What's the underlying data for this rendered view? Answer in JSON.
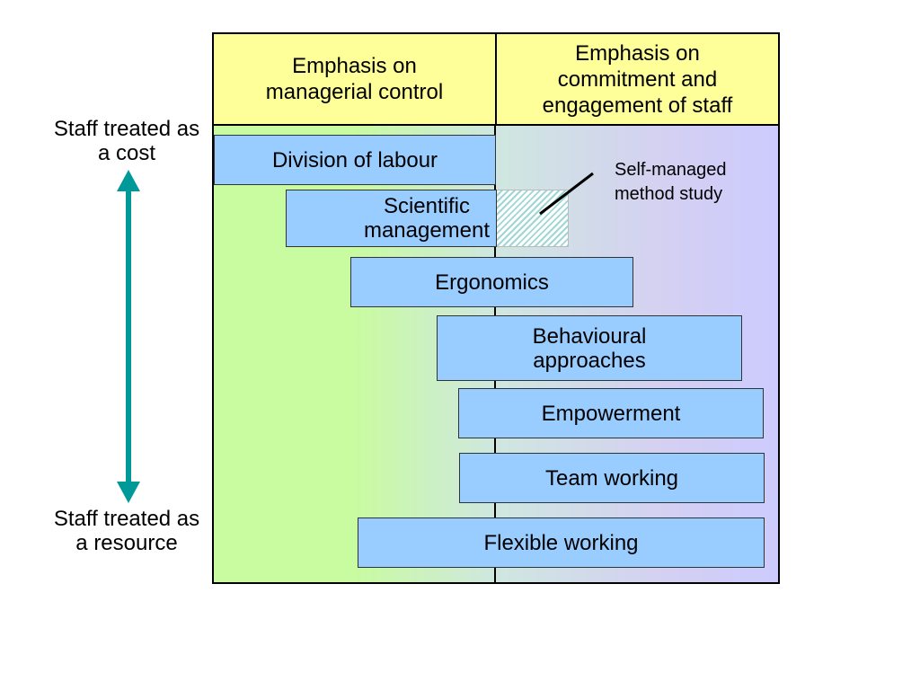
{
  "headers": {
    "left": "Emphasis on managerial control",
    "right": "Emphasis on commitment and engagement of staff"
  },
  "axis": {
    "top_label": "Staff treated as a cost",
    "bottom_label": "Staff treated as a resource"
  },
  "stages": {
    "division_of_labour": "Division of labour",
    "scientific_management": "Scientific management",
    "ergonomics": "Ergonomics",
    "behavioural_approaches": "Behavioural approaches",
    "empowerment": "Empowerment",
    "team_working": "Team working",
    "flexible_working": "Flexible working"
  },
  "annotation": "Self-managed method study",
  "colors": {
    "header_fill": "#ffff99",
    "box_fill": "#99ccff",
    "arrow": "#009999"
  }
}
